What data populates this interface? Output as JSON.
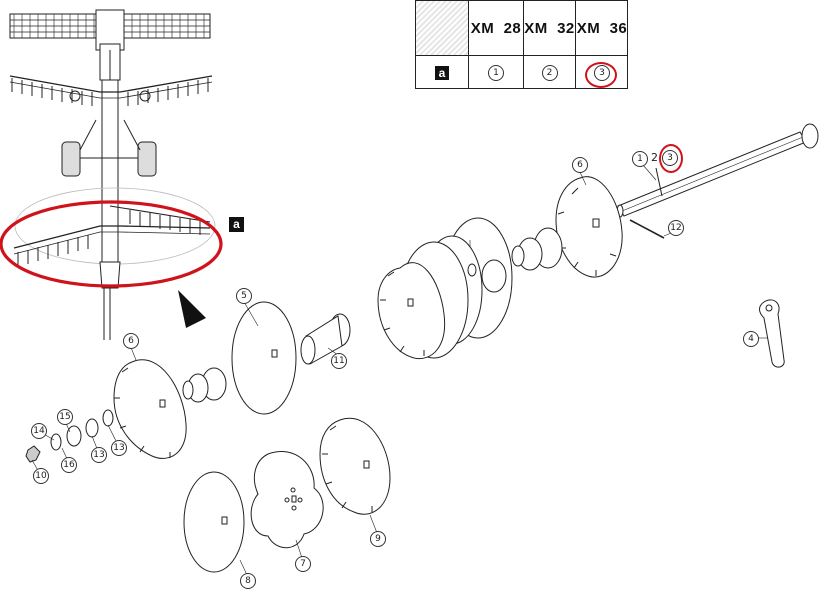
{
  "legend": {
    "section_badge": "a",
    "models": [
      {
        "label": "XM  28",
        "ref": "1"
      },
      {
        "label": "XM  32",
        "ref": "2"
      },
      {
        "label": "XM  36",
        "ref": "3"
      }
    ],
    "highlighted_ref": "3"
  },
  "diagram": {
    "section_badge": "a",
    "axle_refs": [
      "1",
      "2",
      "3"
    ],
    "callouts": [
      "4",
      "5",
      "6",
      "6",
      "7",
      "8",
      "9",
      "10",
      "11",
      "12",
      "13",
      "13",
      "14",
      "15",
      "16"
    ],
    "highlight_color": "#d0121b"
  }
}
